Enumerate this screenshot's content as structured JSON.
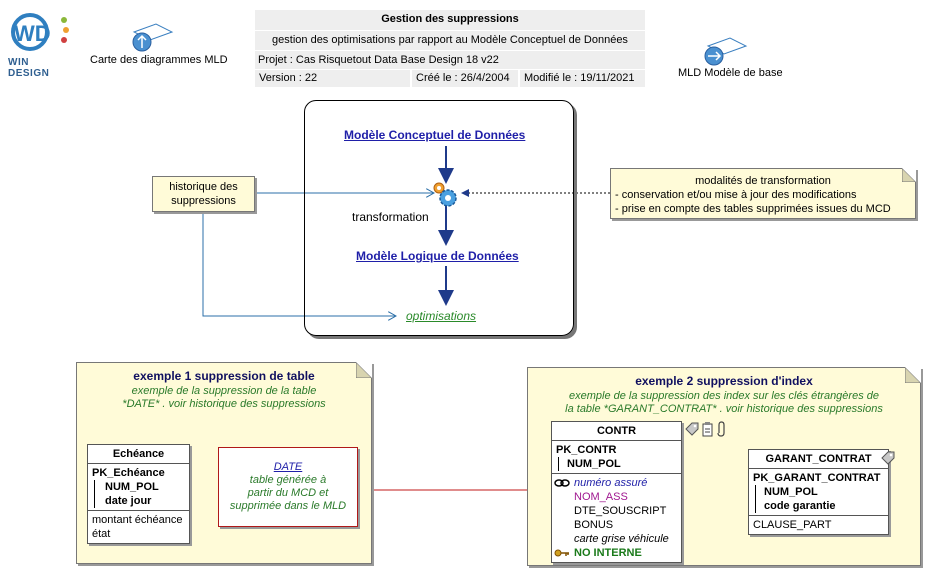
{
  "logo": {
    "brand": "WIN DESIGN"
  },
  "nav": {
    "left_label": "Carte des diagrammes MLD",
    "right_label": "MLD Modèle de base"
  },
  "header": {
    "title": "Gestion des suppressions",
    "subtitle": "gestion des optimisations par rapport au Modèle Conceptuel de Données",
    "project": "Projet : Cas Risquetout Data Base Design 18 v22",
    "version": "Version : 22",
    "created": "Créé le : 26/4/2004",
    "modified": "Modifié le : 19/11/2021"
  },
  "flow": {
    "mcd_link": "Modèle Conceptuel de Données",
    "transformation": "transformation",
    "mld_link": "Modèle Logique de Données",
    "optimisations": "optimisations",
    "history_note": "historique des suppressions",
    "modalities": {
      "title": "modalités de transformation",
      "line1": "- conservation et/ou mise à jour des modifications",
      "line2": "- prise en compte des tables supprimées issues du MCD"
    }
  },
  "example1": {
    "title": "exemple 1 suppression de table",
    "desc1": "exemple de la suppression de la table",
    "desc2": "*DATE* . voir historique des suppressions",
    "entity": {
      "name": "Echéance",
      "pk": "PK_Echéance",
      "pk_cols": [
        "NUM_POL",
        "date jour"
      ],
      "cols": [
        "montant échéance",
        "état"
      ]
    },
    "date_box": {
      "name": "DATE",
      "line1": "table générée à",
      "line2": "partir du MCD et",
      "line3": "supprimée dans le MLD"
    }
  },
  "example2": {
    "title": "exemple 2 suppression d'index",
    "desc1": "exemple de la suppression des index sur les clés étrangères de",
    "desc2": "la table *GARANT_CONTRAT* . voir historique des suppressions",
    "contr": {
      "name": "CONTR",
      "pk": "PK_CONTR",
      "pk_cols": [
        "NUM_POL"
      ],
      "cols": [
        "numéro assuré",
        "NOM_ASS",
        "DTE_SOUSCRIPT",
        "BONUS",
        "carte grise véhicule",
        "NO INTERNE"
      ]
    },
    "garant": {
      "name": "GARANT_CONTRAT",
      "pk": "PK_GARANT_CONTRAT",
      "pk_cols": [
        "NUM_POL",
        "code garantie"
      ],
      "cols": [
        "CLAUSE_PART"
      ]
    }
  },
  "colors": {
    "note_fill": "#fffbd8",
    "link_blue": "#1f1fa8",
    "relation_red": "#c01818",
    "flow_blue": "#1f6ea8",
    "header_grey": "#eeeeee"
  }
}
